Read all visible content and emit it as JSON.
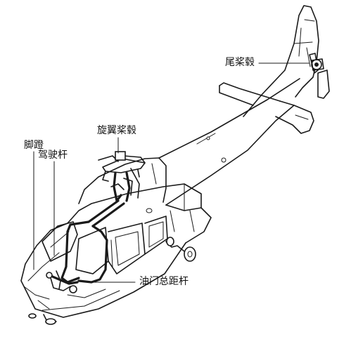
{
  "labels": {
    "tail_rotor_hub": "尾桨毂",
    "main_rotor_hub": "旋翼桨毂",
    "pedals": "脚蹬",
    "cyclic_stick": "驾驶杆",
    "collective_lever": "油门总距杆"
  },
  "colors": {
    "ink": "#1a1a1a",
    "background": "#ffffff"
  }
}
